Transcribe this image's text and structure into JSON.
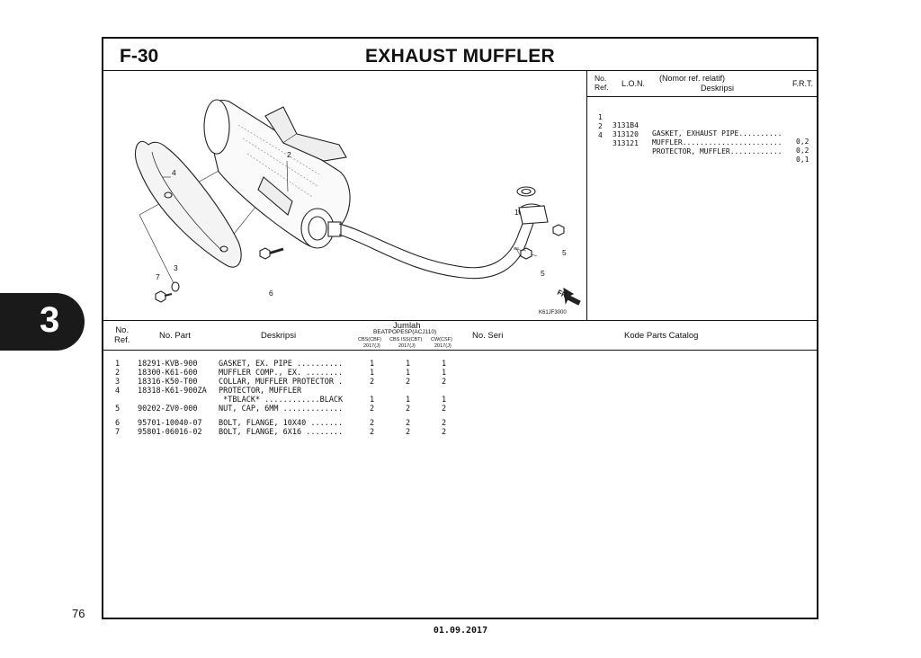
{
  "figure": {
    "code": "F-30",
    "title": "EXHAUST MUFFLER",
    "diagram_code": "K61JF3000",
    "fr_label": "FR."
  },
  "callouts": [
    "1",
    "2",
    "3",
    "4",
    "5",
    "5",
    "6",
    "7"
  ],
  "section_tab": "3",
  "page_number": "76",
  "date": "01.09.2017",
  "side_table": {
    "headers": {
      "no_ref": "No.\nRef.",
      "lon": "L.O.N.",
      "nomor": "(Nomor ref. relatif)",
      "deskripsi": "Deskripsi",
      "frt": "F.R.T."
    },
    "rows": [
      {
        "ref": "1",
        "lon": "3131B4",
        "desc": "GASKET, EXHAUST PIPE..........",
        "frt": "0,2"
      },
      {
        "ref": "2",
        "lon": "313120",
        "desc": "MUFFLER.......................",
        "frt": "0,2"
      },
      {
        "ref": "4",
        "lon": "313121",
        "desc": "PROTECTOR, MUFFLER............",
        "frt": "0,1"
      }
    ]
  },
  "parts_table": {
    "headers": {
      "no_ref": "No.\nRef.",
      "no_part": "No. Part",
      "deskripsi": "Deskripsi",
      "jumlah": "Jumlah",
      "model": "BEATPOPESP(ACJ110)",
      "variants": [
        "CBS(CBF)",
        "CBS ISS(CBT)",
        "CW(CSF)"
      ],
      "years": [
        "2017(J)",
        "2017(J)",
        "2017(J)"
      ],
      "no_seri": "No. Seri",
      "kode": "Kode Parts Catalog"
    },
    "rows": [
      {
        "ref": "1",
        "part": "18291-KVB-900",
        "desc": "GASKET, EX. PIPE ..........",
        "q": [
          "1",
          "1",
          "1"
        ]
      },
      {
        "ref": "2",
        "part": "18300-K61-600",
        "desc": "MUFFLER COMP., EX. ........",
        "q": [
          "1",
          "1",
          "1"
        ]
      },
      {
        "ref": "3",
        "part": "18316-K50-T00",
        "desc": "COLLAR, MUFFLER PROTECTOR .",
        "q": [
          "2",
          "2",
          "2"
        ]
      },
      {
        "ref": "4",
        "part": "18318-K61-900ZA",
        "desc": "PROTECTOR, MUFFLER",
        "q": [
          "",
          "",
          ""
        ]
      },
      {
        "ref": "",
        "part": "",
        "desc": " *TBLACK* ............BLACK",
        "q": [
          "1",
          "1",
          "1"
        ]
      },
      {
        "ref": "5",
        "part": "90202-ZV0-000",
        "desc": "NUT, CAP, 6MM .............",
        "q": [
          "2",
          "2",
          "2"
        ]
      },
      {
        "ref": "6",
        "part": "95701-10040-07",
        "desc": "BOLT, FLANGE, 10X40 .......",
        "q": [
          "2",
          "2",
          "2"
        ]
      },
      {
        "ref": "7",
        "part": "95801-06016-02",
        "desc": "BOLT, FLANGE, 6X16 ........",
        "q": [
          "2",
          "2",
          "2"
        ]
      }
    ]
  }
}
